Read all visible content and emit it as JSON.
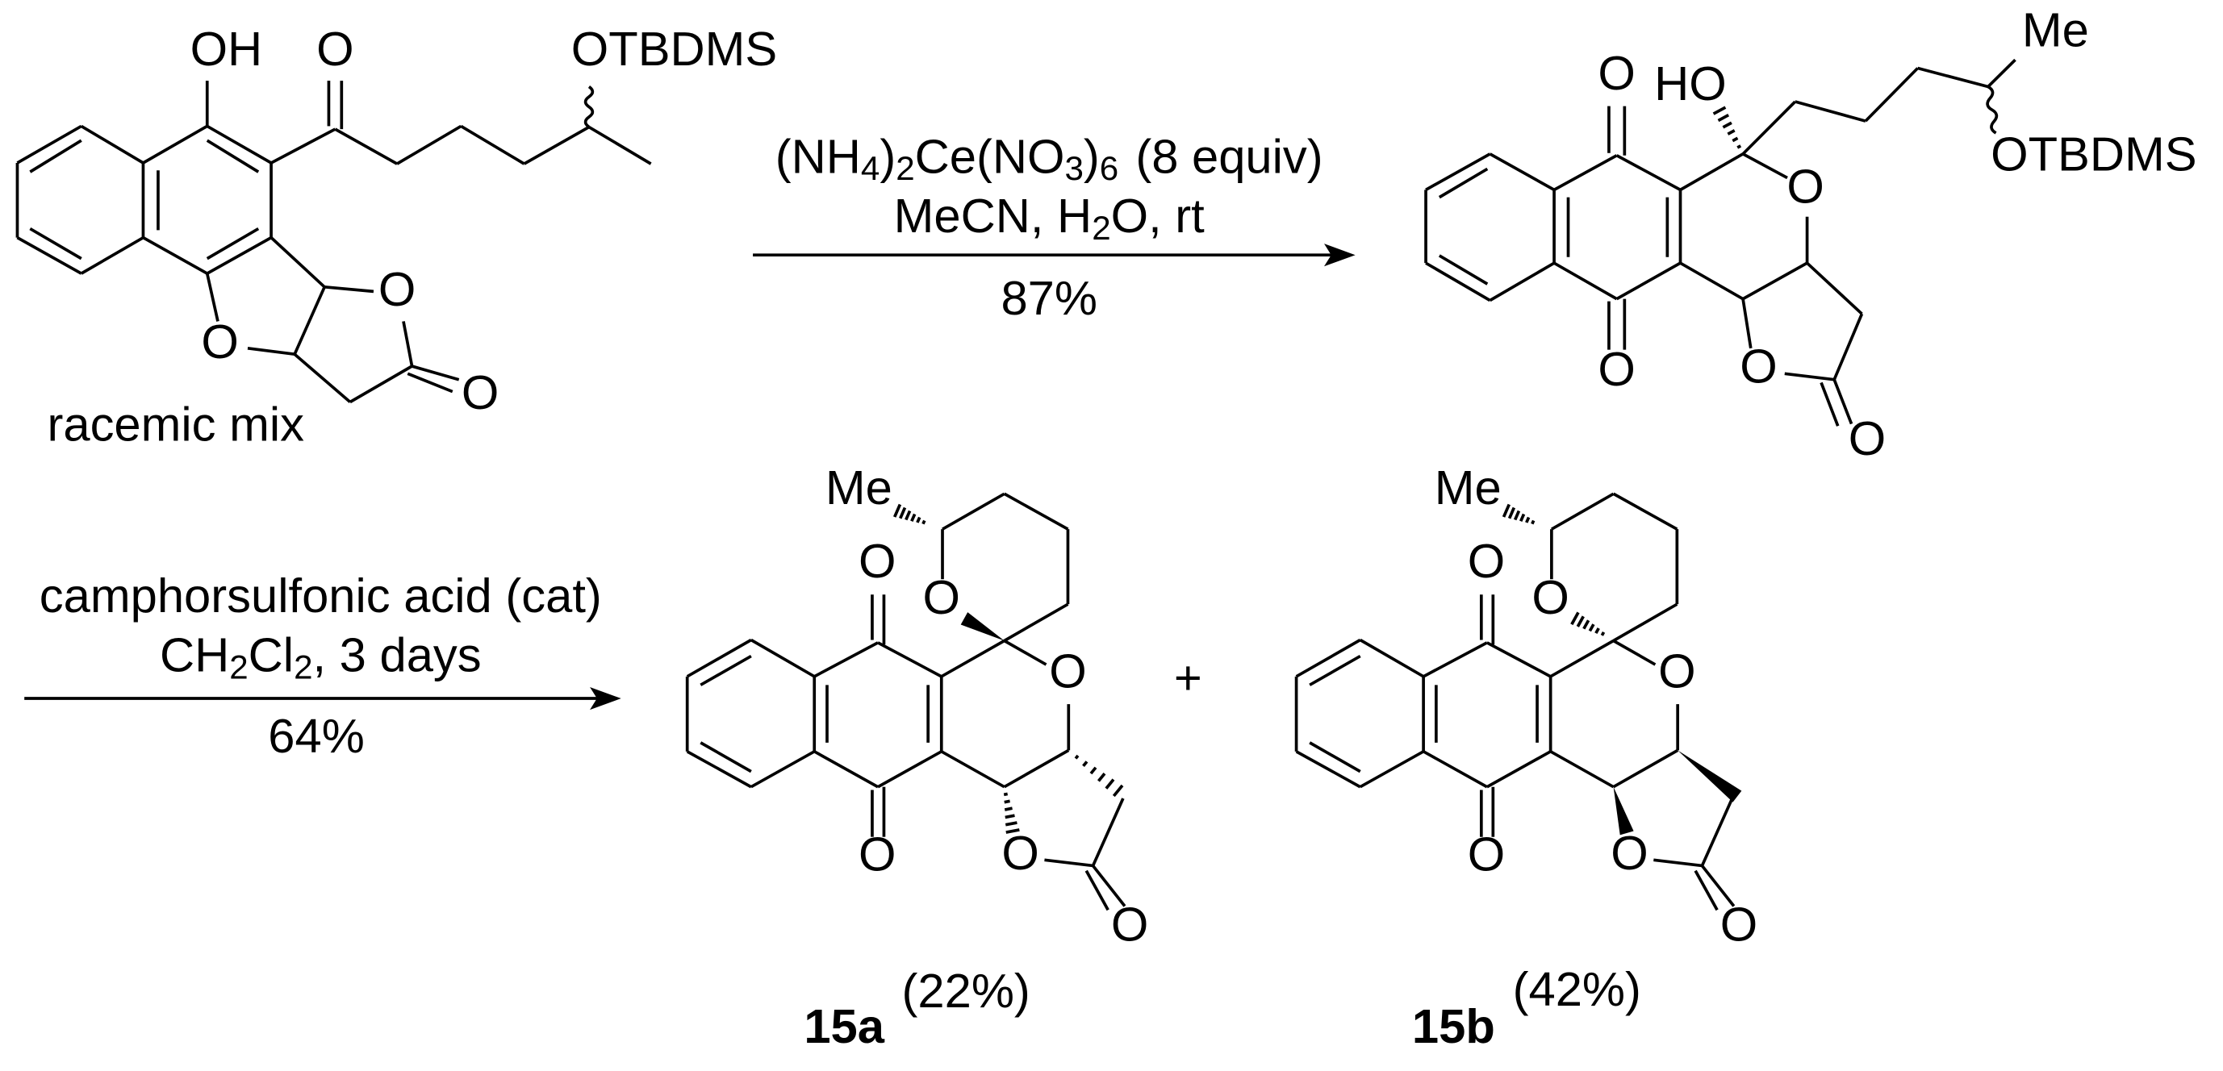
{
  "colors": {
    "ink": "#000000",
    "background": "#ffffff"
  },
  "reaction_1": {
    "reagent_parts": [
      "(NH",
      "4",
      ")",
      "2",
      "Ce(NO",
      "3",
      ")",
      "6"
    ],
    "equiv": "(8 equiv)",
    "solvent_line1": "MeCN, H",
    "solvent_sub": "2",
    "solvent_line2": "O, rt",
    "yield": "87%"
  },
  "reaction_2": {
    "catalyst": "camphorsulfonic acid (cat)",
    "solvent_prefix": "CH",
    "solvent_sub1": "2",
    "solvent_mid": "Cl",
    "solvent_sub2": "2",
    "conditions": ", 3 days",
    "yield": "64%"
  },
  "plus": "+",
  "structures": [
    {
      "labels": [
        "OH",
        "O",
        "OTBDMS",
        "O",
        "O",
        "O"
      ],
      "caption": "racemic mix"
    },
    {
      "labels": [
        "O",
        "O",
        "HO",
        "O",
        "Me",
        "OTBDMS",
        "O",
        "O"
      ]
    },
    {
      "labels": [
        "Me",
        "O",
        "O",
        "O",
        "O",
        "O",
        "O"
      ],
      "compound_id": "15a",
      "yield": "(22%)"
    },
    {
      "labels": [
        "Me",
        "O",
        "O",
        "O",
        "O",
        "O",
        "O"
      ],
      "compound_id": "15b",
      "yield": "(42%)"
    }
  ]
}
